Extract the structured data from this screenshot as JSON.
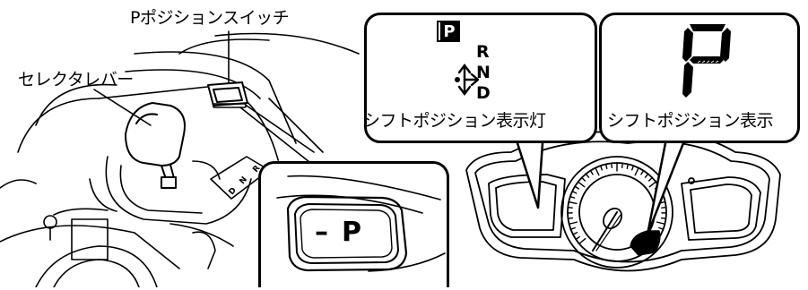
{
  "labels": {
    "p_position_switch": "Pポジションスイッチ",
    "selector_lever": "セレクタレバー",
    "shift_position_indicator_lamp": "シフトポジション表示灯",
    "shift_position_display": "シフトポジション表示"
  },
  "indicator_lamp": {
    "park_letter": "P",
    "gears": [
      "R",
      "N",
      "D"
    ]
  },
  "digital_display": {
    "letter": "P"
  },
  "switch_closeup": {
    "minus": "–",
    "letter": "P"
  },
  "gate_markings": [
    "R",
    "N",
    "D"
  ]
}
